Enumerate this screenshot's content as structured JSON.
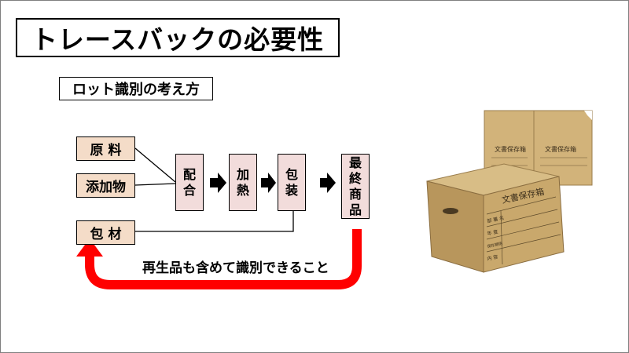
{
  "slide": {
    "title": "トレースバックの必要性",
    "subtitle": "ロット識別の考え方"
  },
  "inputs": {
    "raw_material": "原 料",
    "additive": "添加物",
    "packaging": "包 材"
  },
  "steps": {
    "mix": "配\n合",
    "heat": "加\n熱",
    "pack": "包\n装",
    "final": "最\n終\n商\n品"
  },
  "caption": "再生品も含めて識別できること",
  "product_image": {
    "box_label": "文書保存箱",
    "label_rows": [
      "部 署 名",
      "年 度",
      "保存期限",
      "内 容"
    ]
  },
  "colors": {
    "input_fill": "#f4dcc8",
    "step_fill": "#f2dcdb",
    "return_arrow": "#ff0000",
    "cardboard": "#c8a96e"
  }
}
